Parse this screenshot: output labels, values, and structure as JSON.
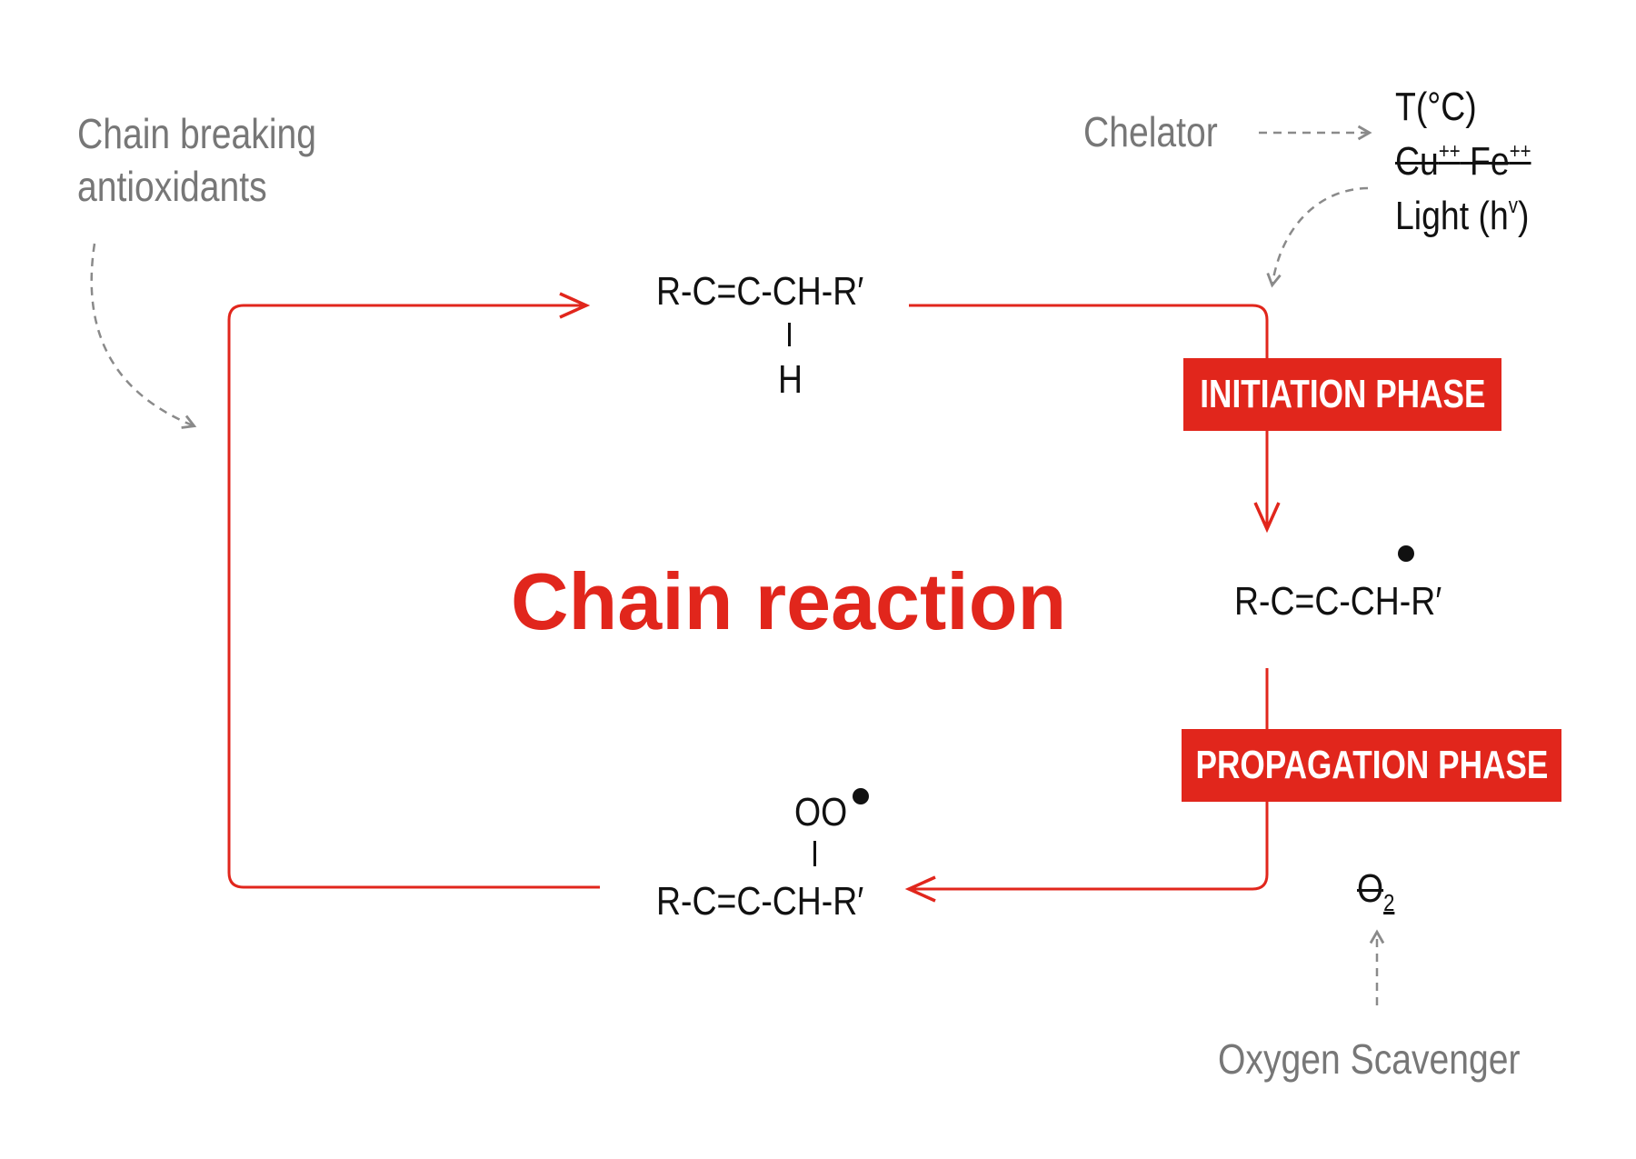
{
  "diagram": {
    "title": "Chain reaction",
    "inhibitors": {
      "chain_breaking_line1": "Chain breaking",
      "chain_breaking_line2": "antioxidants",
      "chelator": "Chelator",
      "oxygen_scavenger": "Oxygen Scavenger"
    },
    "initiators": {
      "temperature": "T(°C)",
      "metals_cu": "Cu",
      "metals_cu_charge": "++",
      "metals_fe": "Fe",
      "metals_fe_charge": "++",
      "light": "Light (h",
      "light_sup": "v",
      "light_close": ")",
      "oxygen": "O",
      "oxygen_sub": "2"
    },
    "phases": {
      "initiation": "INITIATION PHASE",
      "propagation": "PROPAGATION PHASE"
    },
    "molecules": {
      "lipid": "R-C=C-CH-R′",
      "lipid_substituent": "H",
      "lipid_radical": "R-C=C-CH-R′",
      "peroxyl_radical": "R-C=C-CH-R′",
      "peroxyl_substituent": "OO"
    },
    "colors": {
      "accent": "#e1261c",
      "inhibitor_text": "#777777",
      "dashed_arrow": "#8a8a8a",
      "formula_text": "#111111"
    }
  }
}
